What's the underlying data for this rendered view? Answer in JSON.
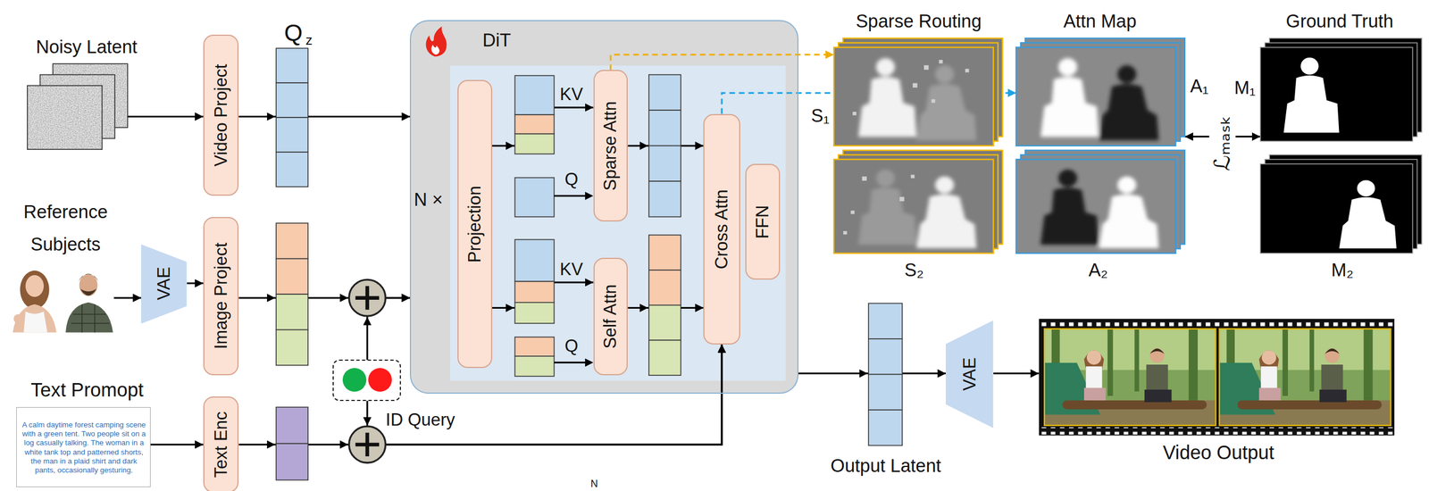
{
  "diagram": {
    "nodes": [
      {
        "text": [
          "Noisy Latent"
        ]
      },
      {
        "text": [
          "Video Project"
        ]
      },
      {
        "text": [
          "Reference Subjects"
        ]
      },
      {
        "text": [
          "VAE"
        ]
      },
      {
        "text": [
          "Image Project"
        ]
      },
      {
        "text": [
          "Text Promopt",
          "A calm daytime forest camping scene with a green tent. Two people sit on a log casually talking. The woman in a white tank top and patterned shorts, the man in a plaid shirt and dark pants, occasionally gesturing."
        ]
      },
      {
        "text": [
          "Text Enc"
        ]
      },
      {
        "text": [
          "ID Query"
        ]
      },
      {
        "text": [
          "DiT",
          "N ×"
        ]
      },
      {
        "text": [
          "Projection"
        ],
        "in": 8
      },
      {
        "text": [
          "Sparse Attn"
        ],
        "in": 8
      },
      {
        "text": [
          "Self Attn"
        ],
        "in": 8
      },
      {
        "text": [
          "Cross Attn"
        ],
        "in": 8
      },
      {
        "text": [
          "FFN"
        ],
        "in": 8
      },
      {
        "text": [
          "S₁"
        ]
      },
      {
        "text": [
          "S₂"
        ]
      },
      {
        "text": [
          "A₁"
        ]
      },
      {
        "text": [
          "A₂"
        ]
      },
      {
        "text": [
          "M₁"
        ]
      },
      {
        "text": [
          "M₂"
        ]
      },
      {
        "text": [
          "VAE"
        ]
      },
      {
        "text": [
          "Video Output"
        ]
      }
    ],
    "edges": [
      {
        "from": 0,
        "to": 1,
        "arrow": "to"
      },
      {
        "from": 1,
        "to": 8,
        "arrow": "to"
      },
      {
        "from": 2,
        "to": 3,
        "arrow": "to"
      },
      {
        "from": 3,
        "to": 4,
        "arrow": "to"
      },
      {
        "from": 4,
        "to": 8,
        "arrow": "to"
      },
      {
        "from": 7,
        "to": 8,
        "arrow": "to"
      },
      {
        "from": 5,
        "to": 6,
        "arrow": "to"
      },
      {
        "from": 6,
        "to": 12,
        "arrow": "to"
      },
      {
        "from": 7,
        "to": 12,
        "arrow": "to"
      },
      {
        "from": 9,
        "to": 10,
        "arrow": "to"
      },
      {
        "from": 9,
        "to": 11,
        "arrow": "to"
      },
      {
        "from": 10,
        "to": 12,
        "arrow": "to"
      },
      {
        "from": 11,
        "to": 12,
        "arrow": "to"
      },
      {
        "from": 10,
        "to": 14,
        "arrow": "to"
      },
      {
        "from": 12,
        "to": 16,
        "arrow": "to"
      },
      {
        "from": 16,
        "to": 18,
        "label": "ℒₘₐₛₖ",
        "arrow": "both"
      },
      {
        "from": 8,
        "to": 20,
        "arrow": "to"
      },
      {
        "from": 20,
        "to": 21,
        "arrow": "to"
      }
    ],
    "labels": [
      "Q",
      "z",
      "KV",
      "Q",
      "KV",
      "Q",
      "Sparse Routing",
      "Attn Map",
      "Ground Truth",
      "Output Latent",
      "N"
    ]
  }
}
